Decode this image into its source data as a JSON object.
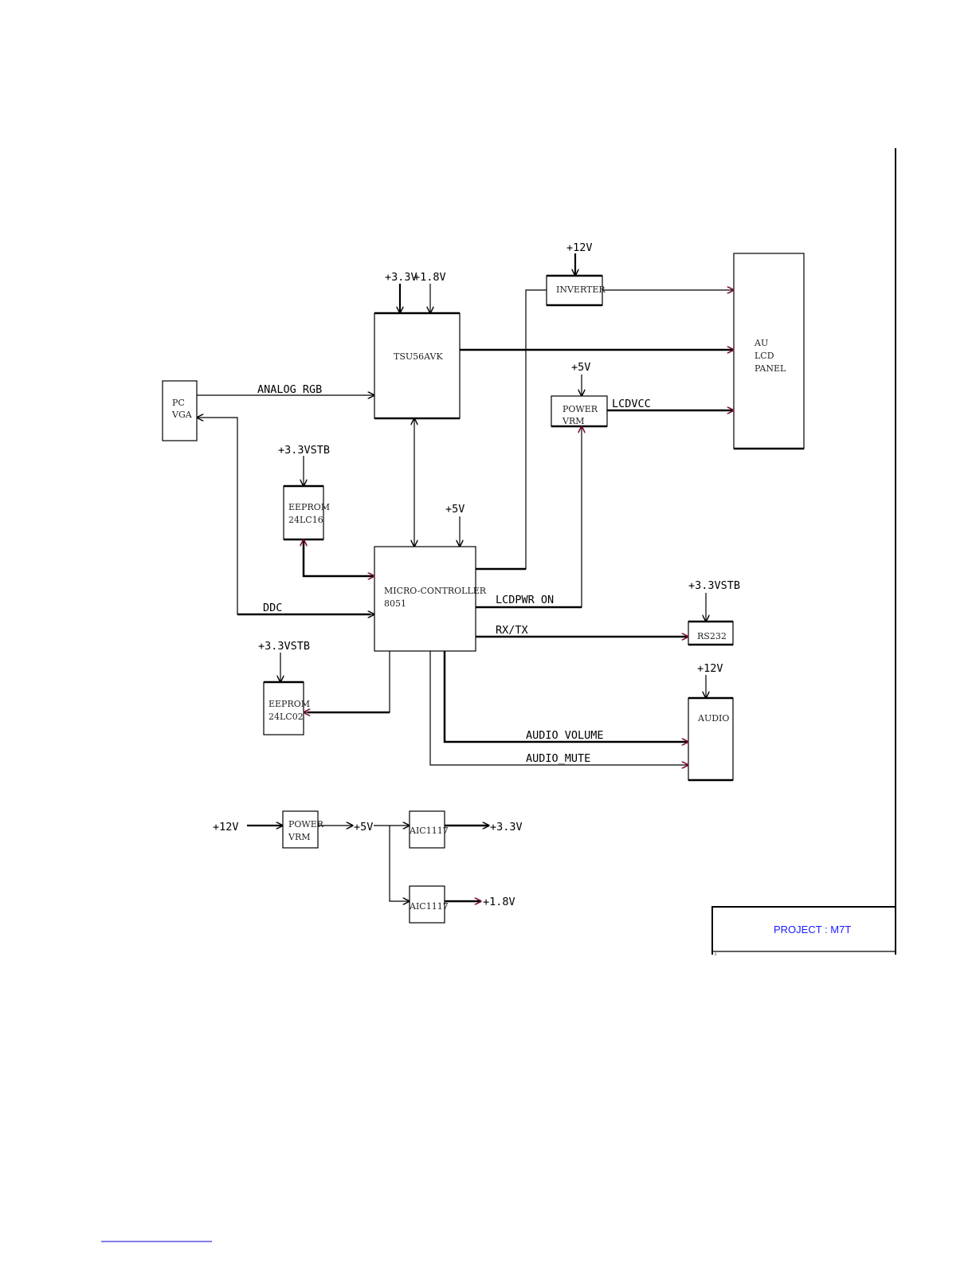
{
  "blocks": {
    "pc_vga": [
      "PC",
      "VGA"
    ],
    "tsu56avk": [
      "TSU56AVK"
    ],
    "inverter": [
      "INVERTER"
    ],
    "lcd_panel": [
      "AU",
      "LCD",
      "PANEL"
    ],
    "power_vrm_top": [
      "POWER",
      "VRM"
    ],
    "eeprom_24lc16": [
      "EEPROM",
      "24LC16"
    ],
    "micro_controller": [
      "MICRO-CONTROLLER",
      "8051"
    ],
    "rs232": [
      "RS232"
    ],
    "eeprom_24lc02": [
      "EEPROM",
      "24LC02"
    ],
    "audio": [
      "AUDIO"
    ],
    "power_vrm_bottom": [
      "POWER",
      "VRM"
    ],
    "aic1117_a": [
      "AIC1117"
    ],
    "aic1117_b": [
      "AIC1117"
    ]
  },
  "signals": {
    "analog_rgb": "ANALOG RGB",
    "ddc": "DDC",
    "lcdvcc": "LCDVCC",
    "lcdpwr_on": "LCDPWR ON",
    "rx_tx": "RX/TX",
    "audio_volume": "AUDIO VOLUME",
    "audio_mute": "AUDIO_MUTE"
  },
  "supplies": {
    "tsu_3v3": "+3.3V",
    "tsu_1v8": "+1.8V",
    "inverter_12v": "+12V",
    "vrm_5v": "+5V",
    "eeprom16_stb": "+3.3VSTB",
    "mcu_5v": "+5V",
    "rs232_stb": "+3.3VSTB",
    "eeprom02_stb": "+3.3VSTB",
    "audio_12v": "+12V",
    "chain_in_12v": "+12V",
    "chain_5v": "+5V",
    "chain_out_3v3": "+3.3V",
    "chain_out_1v8": "+1.8V"
  },
  "title_block": {
    "project": "PROJECT : M7T"
  },
  "colors": {
    "line": "#000000",
    "arrow_accent": "#7a1030",
    "project_text": "#1a1aff",
    "footer_link": "#0000cc"
  }
}
